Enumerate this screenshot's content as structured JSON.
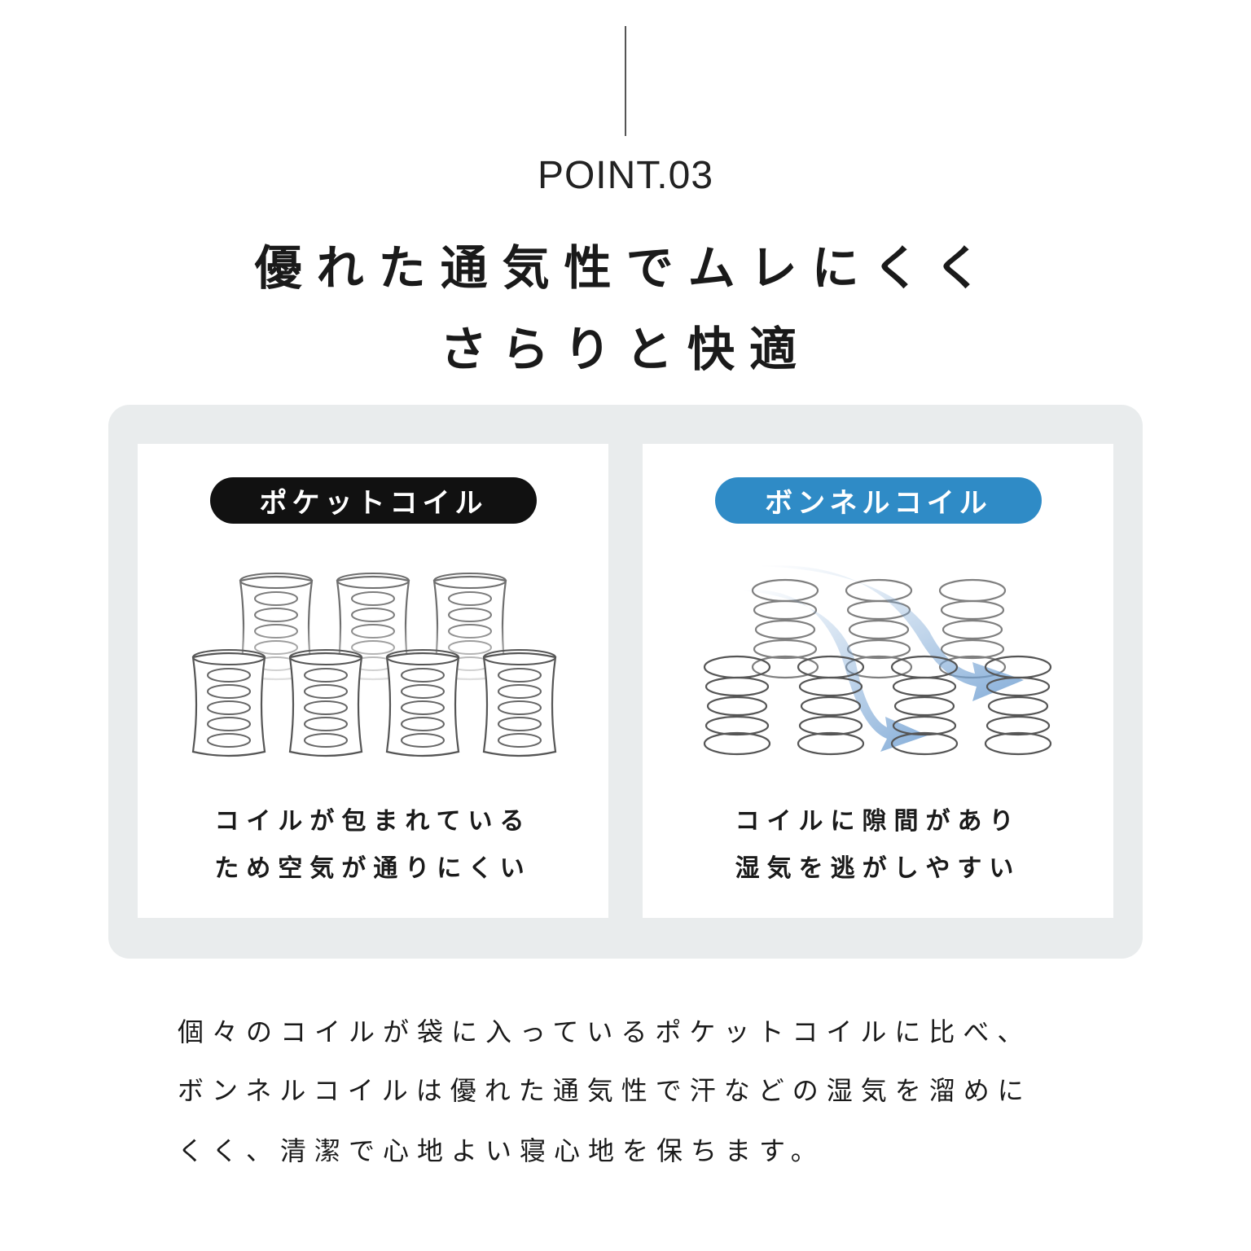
{
  "header": {
    "point_label": "POINT.03",
    "headline_line1": "優れた通気性でムレにくく",
    "headline_line2": "さらりと快適"
  },
  "comparison": {
    "left": {
      "badge": "ポケットコイル",
      "badge_color": "#111111",
      "text_line1": "コイルが包まれている",
      "text_line2": "ため空気が通りにくい",
      "icon": "pocket-coil-illustration"
    },
    "right": {
      "badge": "ボンネルコイル",
      "badge_color": "#2f8bc6",
      "text_line1": "コイルに隙間があり",
      "text_line2": "湿気を逃がしやすい",
      "icon": "bonnell-coil-airflow-illustration"
    }
  },
  "description": {
    "line1": "個々のコイルが袋に入っているポケットコイルに比べ、",
    "line2": "ボンネルコイルは優れた通気性で汗などの湿気を溜めに",
    "line3": "くく、清潔で心地よい寝心地を保ちます。"
  },
  "colors": {
    "panel_bg": "#e9eced",
    "accent_blue": "#2f8bc6",
    "airflow_arrow": "#8fb3d9"
  }
}
